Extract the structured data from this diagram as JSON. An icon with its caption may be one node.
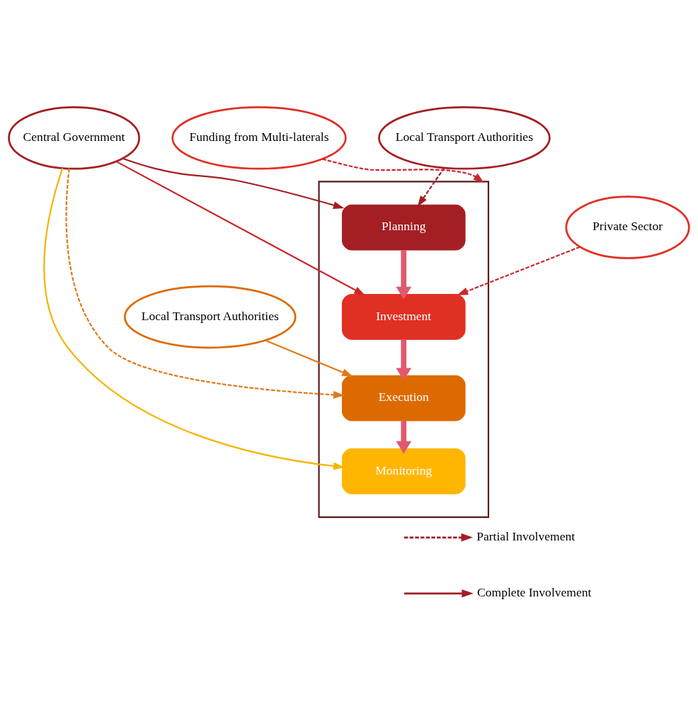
{
  "diagram": {
    "nodes": [
      {
        "text": [
          "Central Government"
        ]
      },
      {
        "text": [],
        "shape": "box"
      },
      {
        "text": [
          "Planning"
        ],
        "in": 1
      },
      {
        "text": [
          "Investment"
        ],
        "in": 1
      },
      {
        "text": [
          "Execution"
        ],
        "in": 1
      },
      {
        "text": [
          "Monitoring"
        ],
        "in": 1
      },
      {
        "text": [
          "Local Transport Authorities"
        ]
      },
      {
        "text": [
          "Private Sector"
        ]
      },
      {
        "text": [
          "Local Transport Authorities"
        ]
      },
      {
        "text": [
          "Funding from Multi-laterals"
        ]
      }
    ],
    "edges": [
      {
        "from": 0,
        "to": 2,
        "arrow": "to",
        "color": "#a31f24"
      },
      {
        "from": 0,
        "to": 3,
        "arrow": "to",
        "color": "#c8282e"
      },
      {
        "from": 0,
        "to": 4,
        "arrow": "to",
        "style": "dashed",
        "color": "#e07a1a"
      },
      {
        "from": 0,
        "to": 5,
        "arrow": "to",
        "color": "#f5b400"
      },
      {
        "from": 6,
        "to": 2,
        "arrow": "to",
        "style": "dashed",
        "color": "#a31f24"
      },
      {
        "from": 7,
        "to": 3,
        "arrow": "to",
        "style": "dashed",
        "color": "#c8282e"
      },
      {
        "from": 8,
        "to": 4,
        "arrow": "to",
        "color": "#e07a1a"
      },
      {
        "from": 9,
        "to": 1,
        "arrow": "to",
        "style": "dashed",
        "color": "#c8282e"
      },
      {
        "from": 2,
        "to": 3,
        "arrow": "to",
        "style": "thick",
        "color": "#e05a6e"
      },
      {
        "from": 3,
        "to": 4,
        "arrow": "to",
        "style": "thick",
        "color": "#e05a6e"
      },
      {
        "from": 4,
        "to": 5,
        "arrow": "to",
        "style": "thick",
        "color": "#e05a6e"
      }
    ],
    "legend": [
      {
        "text": "Partial Involvement"
      },
      {
        "text": "Complete Involvement"
      }
    ]
  }
}
